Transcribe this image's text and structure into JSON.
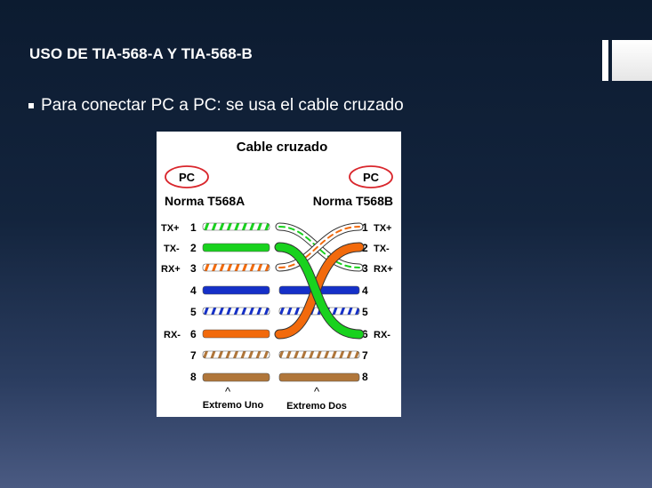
{
  "slide": {
    "title": "USO DE TIA-568-A Y TIA-568-B",
    "bullet": "Para conectar PC a PC: se usa el cable cruzado"
  },
  "diagram": {
    "title": "Cable cruzado",
    "left": {
      "badge": "PC",
      "standard": "Norma T568A",
      "end_label": "Extremo Uno",
      "pins": [
        {
          "num": "1",
          "signal": "TX+"
        },
        {
          "num": "2",
          "signal": "TX-"
        },
        {
          "num": "3",
          "signal": "RX+"
        },
        {
          "num": "4",
          "signal": ""
        },
        {
          "num": "5",
          "signal": ""
        },
        {
          "num": "6",
          "signal": "RX-"
        },
        {
          "num": "7",
          "signal": ""
        },
        {
          "num": "8",
          "signal": ""
        }
      ]
    },
    "right": {
      "badge": "PC",
      "standard": "Norma T568B",
      "end_label": "Extremo Dos",
      "pins": [
        {
          "num": "1",
          "signal": "TX+"
        },
        {
          "num": "2",
          "signal": "TX-"
        },
        {
          "num": "3",
          "signal": "RX+"
        },
        {
          "num": "4",
          "signal": ""
        },
        {
          "num": "5",
          "signal": ""
        },
        {
          "num": "6",
          "signal": "RX-"
        },
        {
          "num": "7",
          "signal": ""
        },
        {
          "num": "8",
          "signal": ""
        }
      ]
    },
    "arrow_glyph": "^",
    "colors": {
      "green": "#19d21e",
      "orange": "#f26a0c",
      "blue": "#1530c8",
      "brown": "#b0763a",
      "badge_ring": "#d9262c"
    }
  }
}
